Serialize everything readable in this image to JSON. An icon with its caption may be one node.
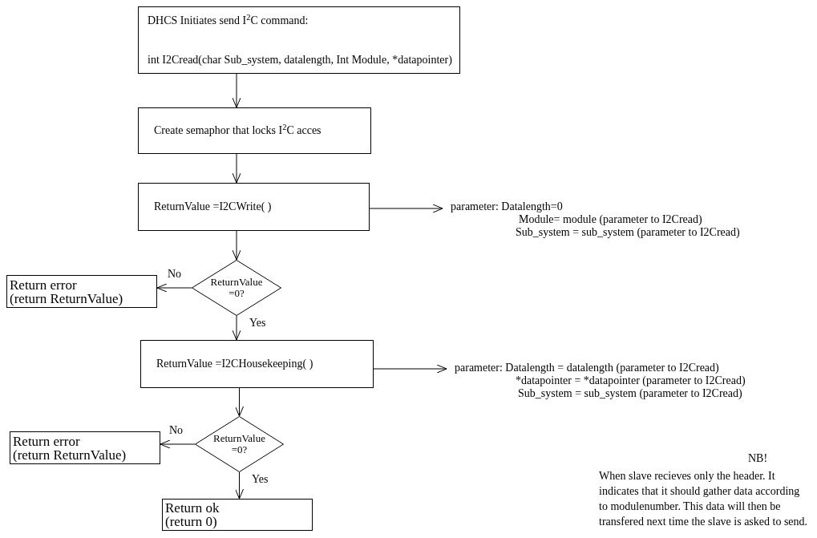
{
  "diagram": {
    "nodes": [
      {
        "text": [
          "DHCS Initiates send I$^{2}$C command:",
          "int I2Cread(char Sub_system, datalength, Int Module, *datapointer)"
        ]
      },
      {
        "text": [
          "Create semaphor that locks I$^{2}$C acces"
        ]
      },
      {
        "text": [
          "ReturnValue =I2CWrite( )"
        ]
      },
      {
        "text": [
          "parameter: Datalength=0",
          "Module= module (parameter to I2Cread)",
          "Sub_system = sub_system (parameter to I2Cread)"
        ]
      },
      {
        "text": [
          "ReturnValue =0?"
        ]
      },
      {
        "text": [
          "Return error",
          "(return ReturnValue)"
        ]
      },
      {
        "text": [
          "ReturnValue =I2CHousekeeping( )"
        ]
      },
      {
        "text": [
          "parameter: Datalength = datalength (parameter to I2Cread)",
          "*datapointer = *datapointer (parameter to I2Cread)",
          "Sub_system = sub_system (parameter to I2Cread)"
        ]
      },
      {
        "text": [
          "ReturnValue =0?"
        ]
      },
      {
        "text": [
          "Return error",
          "(return ReturnValue)"
        ]
      },
      {
        "text": [
          "Return ok",
          "(return 0)"
        ]
      }
    ],
    "edges": [
      {
        "from": 0,
        "to": 1,
        "arrow": "to"
      },
      {
        "from": 1,
        "to": 2,
        "arrow": "to"
      },
      {
        "from": 2,
        "to": 3,
        "arrow": "to"
      },
      {
        "from": 2,
        "to": 4,
        "arrow": "to"
      },
      {
        "from": 4,
        "to": 5,
        "arrow": "to",
        "label": "No"
      },
      {
        "from": 4,
        "to": 6,
        "arrow": "to",
        "label": "Yes"
      },
      {
        "from": 6,
        "to": 7,
        "arrow": "to"
      },
      {
        "from": 6,
        "to": 8,
        "arrow": "to"
      },
      {
        "from": 8,
        "to": 9,
        "arrow": "to",
        "label": "No"
      },
      {
        "from": 8,
        "to": 10,
        "arrow": "to",
        "label": "Yes"
      }
    ],
    "labels": [
      "NB!",
      "When slave recieves only the header. It indicates that it should gather data according to modulenumber. This data will then be transfered next time the slave is asked to send."
    ]
  }
}
